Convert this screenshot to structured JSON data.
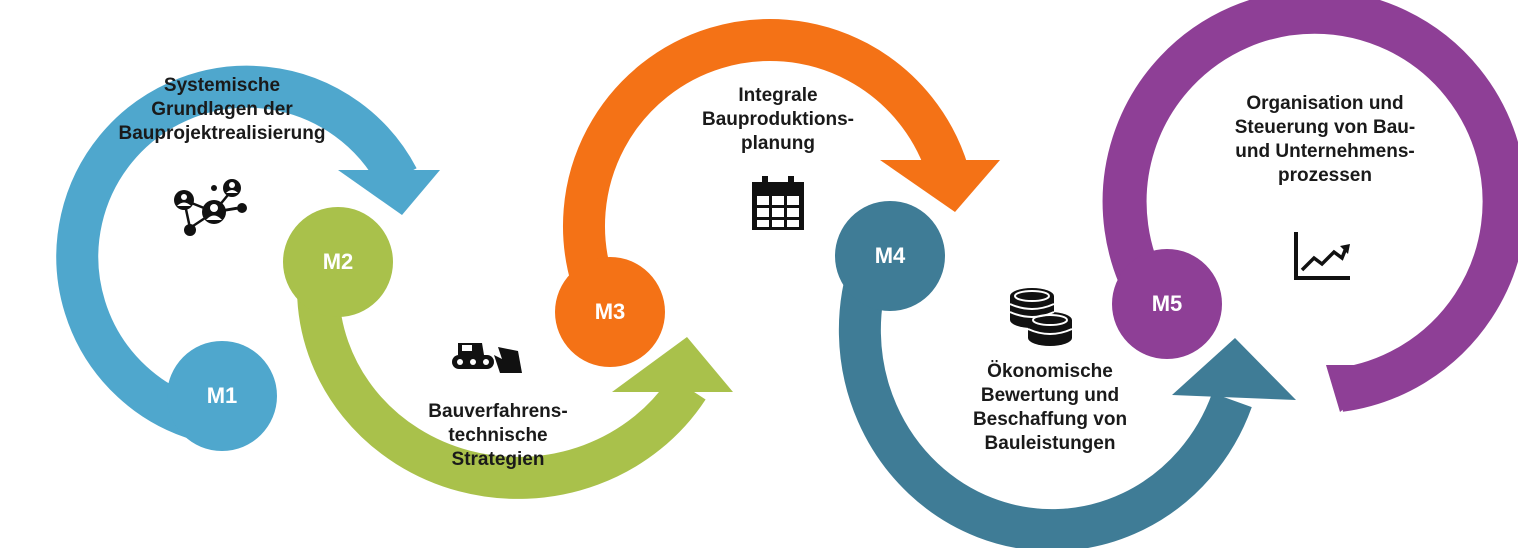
{
  "modules": [
    {
      "id": "M1",
      "title": "Systemische\nGrundlagen der\nBauprojektrealisierung",
      "color": "#4fa7cd",
      "icon": "network-people-icon"
    },
    {
      "id": "M2",
      "title": "Bauverfahrens-\ntechnische\nStrategien",
      "color": "#a9c14b",
      "icon": "bulldozer-icon"
    },
    {
      "id": "M3",
      "title": "Integrale\nBauproduktions-\nplanung",
      "color": "#f47216",
      "icon": "calendar-icon"
    },
    {
      "id": "M4",
      "title": "Ökonomische\nBewertung und\nBeschaffung von\nBauleistungen",
      "color": "#3f7c96",
      "icon": "coins-icon"
    },
    {
      "id": "M5",
      "title": "Organisation und\nSteuerung von Bau-\nund Unternehmens-\nprozessen",
      "color": "#8e3f96",
      "icon": "trend-chart-icon"
    }
  ]
}
